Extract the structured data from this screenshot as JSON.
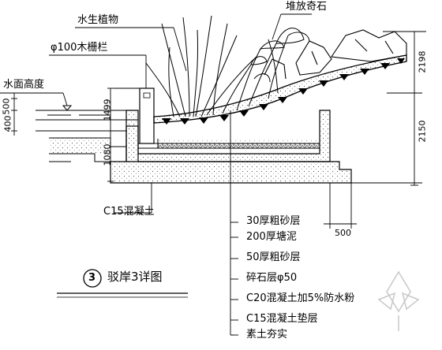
{
  "labels": {
    "aquatic_plants": "水生植物",
    "stacked_rocks": "堆放奇石",
    "wood_fence": "φ100木栅栏",
    "water_level": "水面高度",
    "c15_concrete": "C15混凝土"
  },
  "layers": [
    "30厚粗砂层",
    "200厚塘泥",
    "50厚粗砂层",
    "碎石层φ50",
    "C20混凝土加5%防水粉",
    "C15混凝土垫层",
    "素土夯实"
  ],
  "dimensions": {
    "d500_left": "500",
    "d400": "400",
    "d1499": "1499",
    "d1080": "1080",
    "d2198": "2198",
    "d2150": "2150",
    "d500_bottom": "500"
  },
  "title": {
    "number": "3",
    "text": "驳岸3详图"
  },
  "colors": {
    "line": "#000000",
    "hatch": "#666666"
  }
}
